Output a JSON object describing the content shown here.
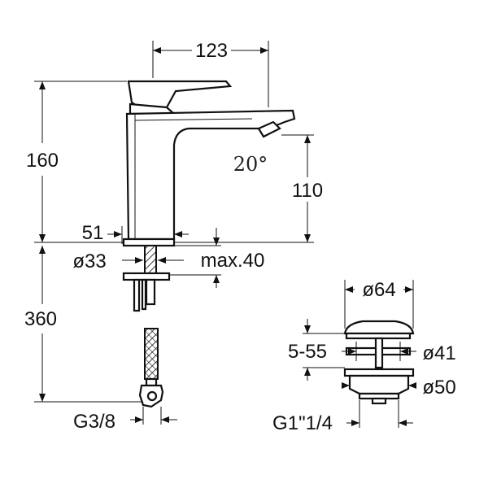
{
  "dimensions": {
    "faucet_width": "123",
    "total_height": "160",
    "spout_height": "110",
    "spout_angle": "20°",
    "base_offset": "51",
    "tap_hole": "ø33",
    "max_deck": "max.40",
    "hose_length": "360",
    "hose_connection": "G3/8"
  },
  "drain": {
    "cap_diameter": "ø64",
    "deck_range": "5-55",
    "inner_diameter": "ø41",
    "body_diameter": "ø50",
    "thread": "G1\"1/4"
  },
  "colors": {
    "line": "#111111",
    "background": "#ffffff"
  }
}
